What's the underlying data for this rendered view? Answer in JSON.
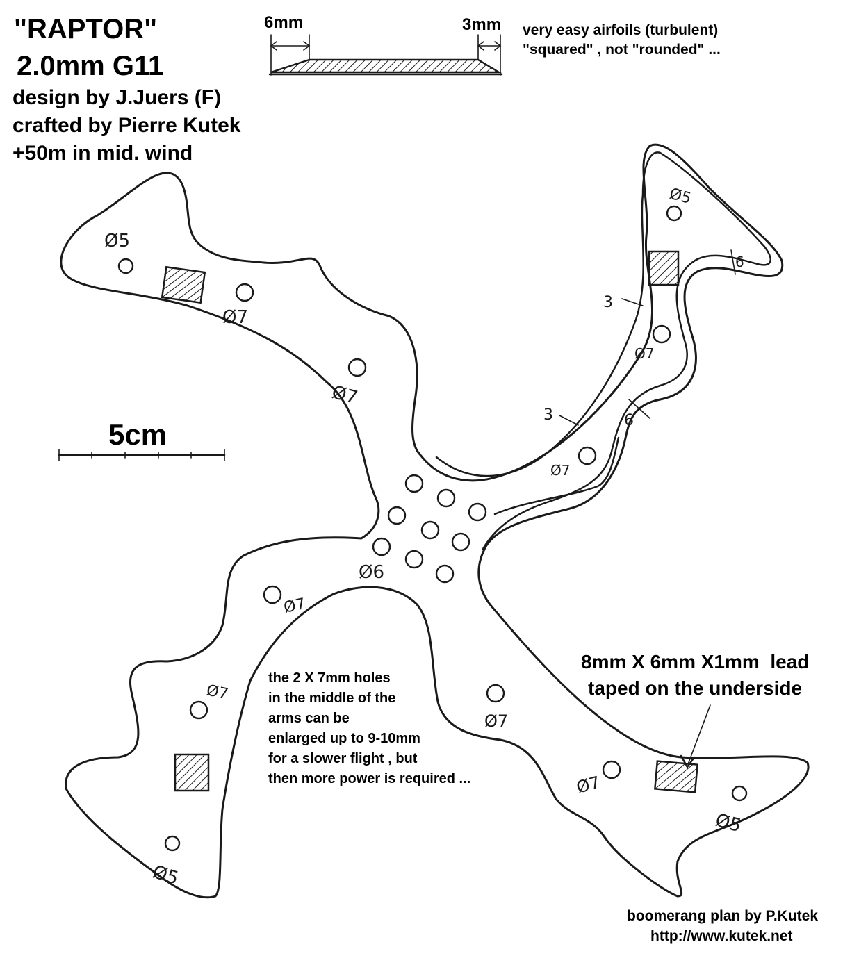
{
  "title": {
    "name": "\"RAPTOR\"",
    "material": "2.0mm G11",
    "design": "design by J.Juers (F)",
    "crafted": "crafted by Pierre Kutek",
    "range": "+50m in mid. wind"
  },
  "airfoil": {
    "lead_width": "6mm",
    "trail_width": "3mm",
    "note_line1": "very easy airfoils (turbulent)",
    "note_line2": "\"squared\" , not \"rounded\" ..."
  },
  "scale": {
    "label": "5cm"
  },
  "dims": {
    "d5": "Ø5",
    "d6": "Ø6",
    "d7": "Ø7",
    "bevel_6": "6",
    "bevel_3": "3"
  },
  "notes": {
    "holes": [
      "the 2 X 7mm holes",
      "in the middle of the",
      "arms can be",
      "enlarged up to 9-10mm",
      "for a slower flight , but",
      "then more power is required ..."
    ],
    "lead": [
      "8mm X 6mm X1mm  lead",
      "taped on the underside"
    ]
  },
  "credits": {
    "author": "boomerang plan by P.Kutek",
    "url": "http://www.kutek.net"
  }
}
